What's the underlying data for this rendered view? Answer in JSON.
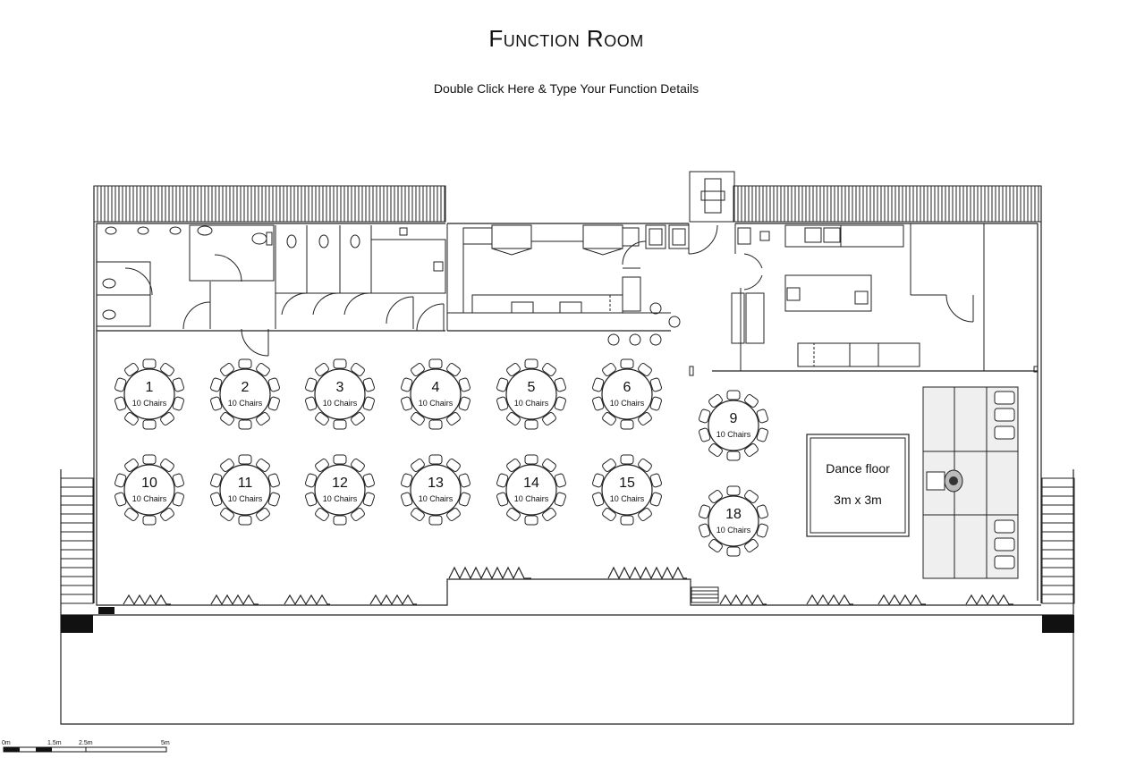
{
  "title": "Function Room",
  "subtitle": "Double Click Here & Type Your Function Details",
  "tables": [
    {
      "number": "1",
      "chairs": "10 Chairs"
    },
    {
      "number": "2",
      "chairs": "10 Chairs"
    },
    {
      "number": "3",
      "chairs": "10 Chairs"
    },
    {
      "number": "4",
      "chairs": "10 Chairs"
    },
    {
      "number": "5",
      "chairs": "10 Chairs"
    },
    {
      "number": "6",
      "chairs": "10 Chairs"
    },
    {
      "number": "9",
      "chairs": "10 Chairs"
    },
    {
      "number": "10",
      "chairs": "10 Chairs"
    },
    {
      "number": "11",
      "chairs": "10 Chairs"
    },
    {
      "number": "12",
      "chairs": "10 Chairs"
    },
    {
      "number": "13",
      "chairs": "10 Chairs"
    },
    {
      "number": "14",
      "chairs": "10 Chairs"
    },
    {
      "number": "15",
      "chairs": "10 Chairs"
    },
    {
      "number": "18",
      "chairs": "10 Chairs"
    }
  ],
  "dance_floor": {
    "label": "Dance floor",
    "size": "3m x 3m"
  },
  "scale_bar": {
    "labels": [
      "0m",
      "1.5m",
      "2.5m",
      "5m"
    ]
  }
}
